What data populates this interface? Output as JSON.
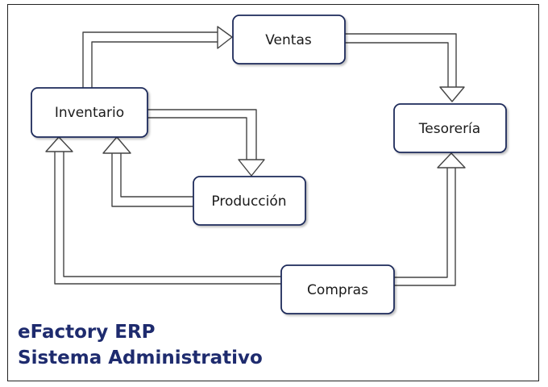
{
  "diagram": {
    "nodes": {
      "ventas": "Ventas",
      "tesoreria": "Tesorería",
      "inventario": "Inventario",
      "produccion": "Producción",
      "compras": "Compras"
    },
    "colors": {
      "node_border": "#1e2a5a",
      "arrow_stroke": "#444444",
      "caption_text": "#1e2b6e"
    }
  },
  "caption": {
    "line1": "eFactory ERP",
    "line2": "Sistema  Administrativo"
  }
}
